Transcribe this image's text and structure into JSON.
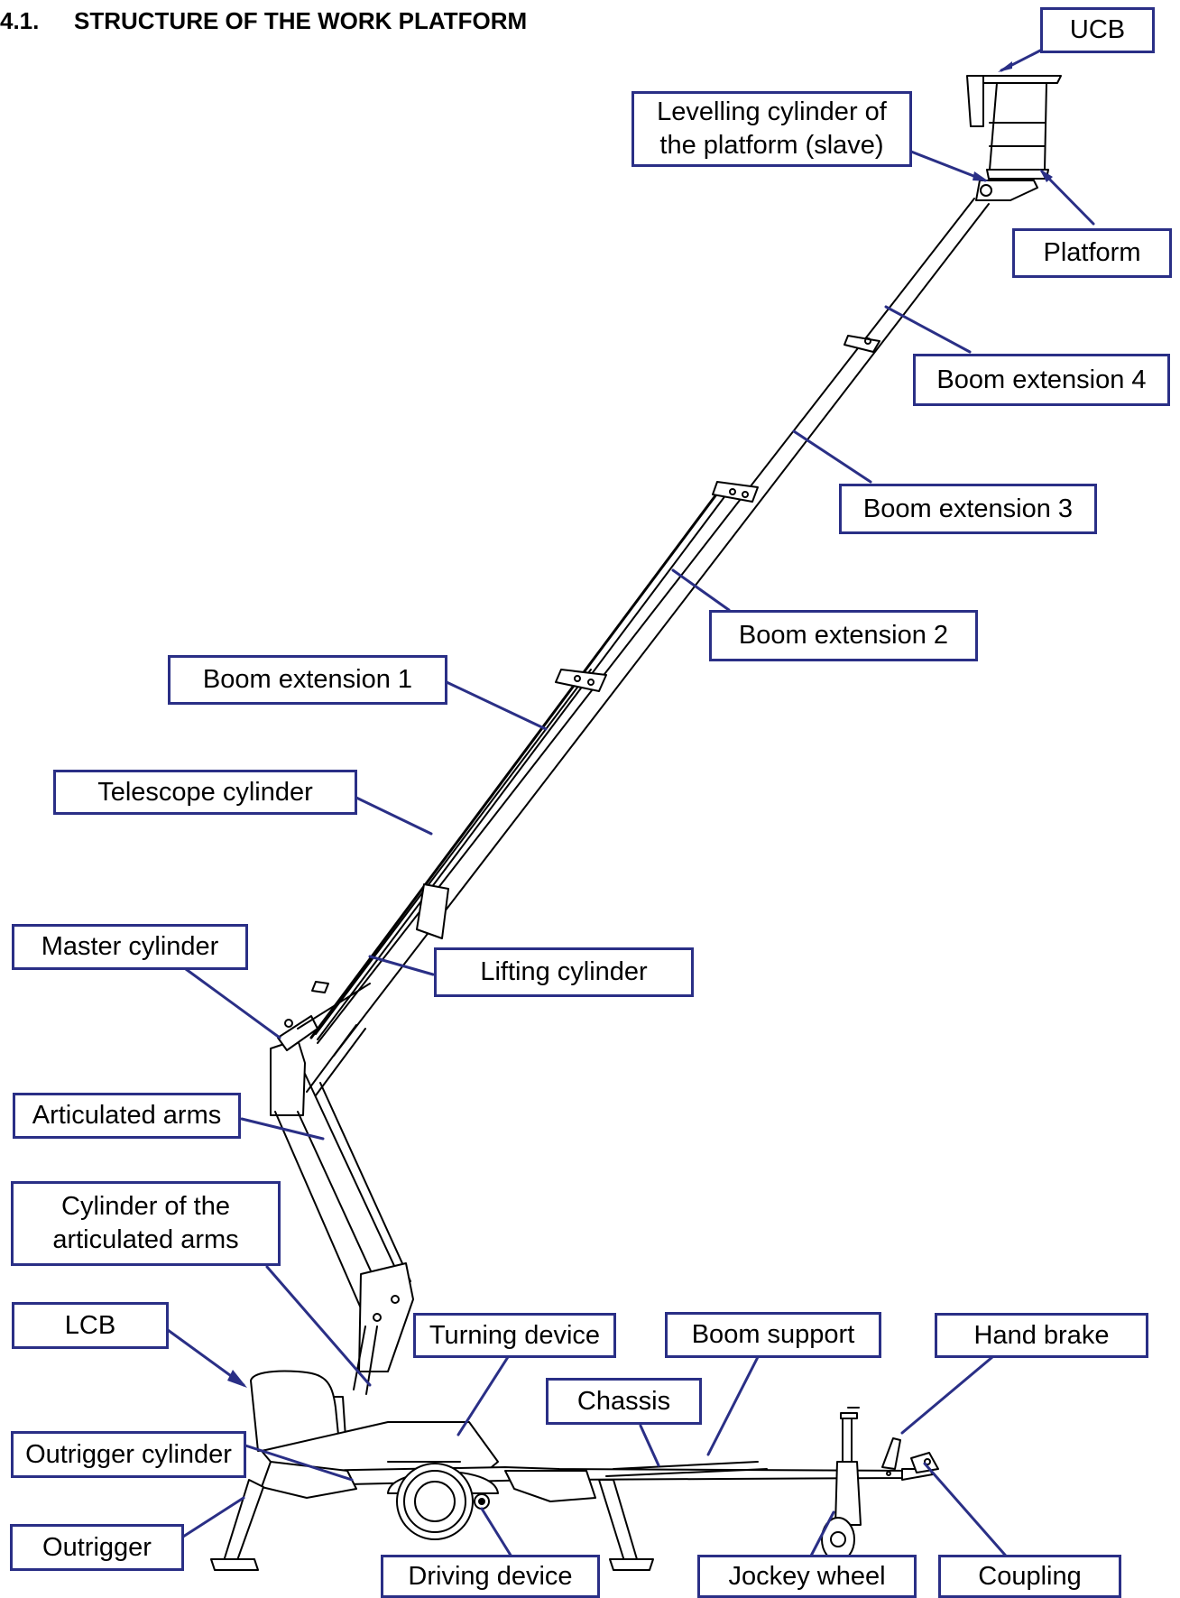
{
  "header": {
    "number": "4.1.",
    "title": "STRUCTURE OF THE WORK PLATFORM"
  },
  "labels": {
    "ucb": "UCB",
    "levelling_1": "Levelling cylinder of",
    "levelling_2": "the platform (slave)",
    "platform": "Platform",
    "boom_ext_4": "Boom extension 4",
    "boom_ext_3": "Boom extension 3",
    "boom_ext_2": "Boom extension 2",
    "boom_ext_1": "Boom extension 1",
    "telescope_cylinder": "Telescope cylinder",
    "master_cylinder": "Master cylinder",
    "lifting_cylinder": "Lifting cylinder",
    "articulated_arms": "Articulated arms",
    "cyl_art_1": "Cylinder of the",
    "cyl_art_2": "articulated arms",
    "lcb": "LCB",
    "turning_device": "Turning device",
    "boom_support": "Boom support",
    "hand_brake": "Hand brake",
    "chassis": "Chassis",
    "outrigger_cylinder": "Outrigger cylinder",
    "outrigger": "Outrigger",
    "driving_device": "Driving device",
    "jockey_wheel": "Jockey wheel",
    "coupling": "Coupling"
  },
  "colors": {
    "callout": "#2a2f86",
    "drawing": "#000000"
  }
}
